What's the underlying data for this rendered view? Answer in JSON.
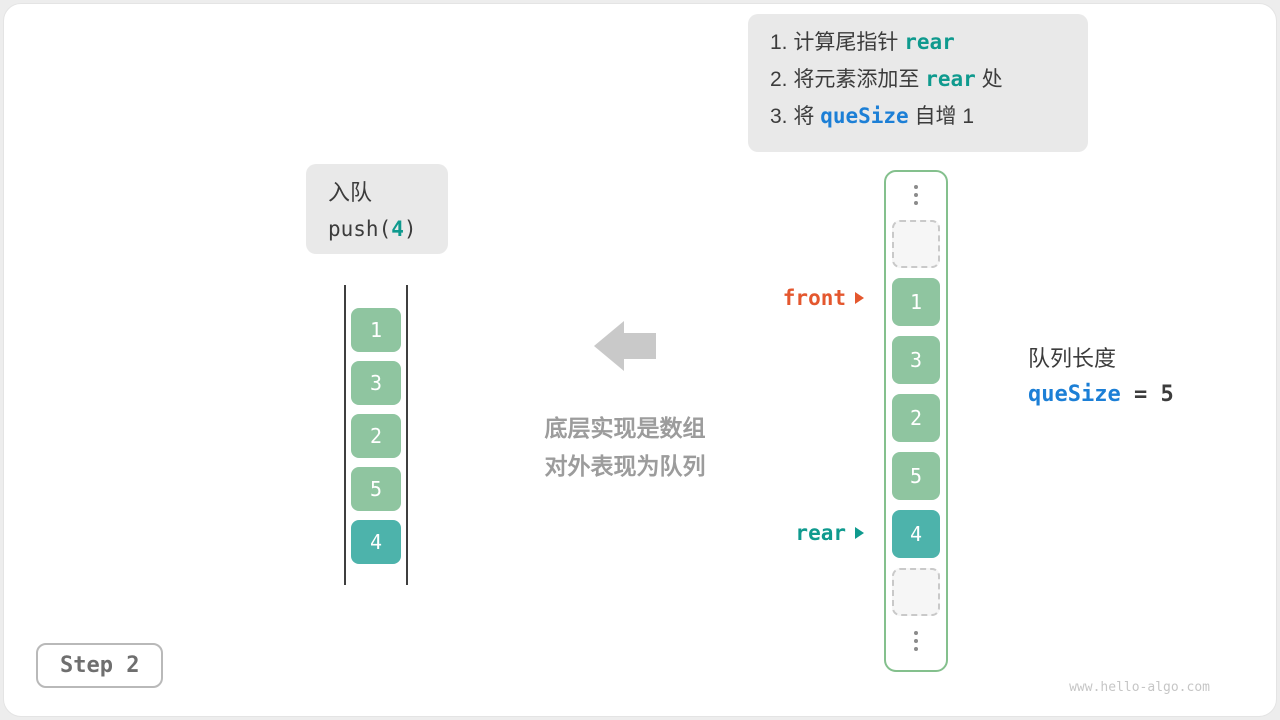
{
  "colors": {
    "green": "#8fc5a0",
    "teal": "#4db3ab",
    "orange": "#e4572e",
    "teal_text": "#0f9a8e",
    "blue": "#1c7fd6",
    "gray_box": "#e9e9e9",
    "arrow_gray": "#c9c9c9",
    "caption_gray": "#9c9c9c",
    "dark_text": "#3c3c3c",
    "array_border": "#84c08d",
    "step_border": "#b9b9b9",
    "step_text": "#6f6f6f",
    "watermark": "#c6c6c6"
  },
  "steps_box": {
    "lines": [
      {
        "prefix": "1. 计算尾指针 ",
        "code": "rear",
        "suffix": ""
      },
      {
        "prefix": "2. 将元素添加至 ",
        "code": "rear",
        "suffix": " 处"
      },
      {
        "prefix": "3. 将 ",
        "code": "queSize",
        "suffix": " 自增 1"
      }
    ]
  },
  "operation_box": {
    "title": "入队",
    "code_before": "push(",
    "code_arg": "4",
    "code_after": ")"
  },
  "left_array": {
    "cells": [
      {
        "value": "1"
      },
      {
        "value": "3"
      },
      {
        "value": "2"
      },
      {
        "value": "5"
      },
      {
        "value": "4",
        "highlight": true
      }
    ]
  },
  "middle_caption": {
    "line1": "底层实现是数组",
    "line2": "对外表现为队列"
  },
  "right_array": {
    "front_label": "front",
    "rear_label": "rear",
    "cells": [
      {
        "type": "ellipsis"
      },
      {
        "type": "empty"
      },
      {
        "type": "value",
        "value": "1",
        "pointer": "front"
      },
      {
        "type": "value",
        "value": "3"
      },
      {
        "type": "value",
        "value": "2"
      },
      {
        "type": "value",
        "value": "5"
      },
      {
        "type": "value",
        "value": "4",
        "highlight": true,
        "pointer": "rear"
      },
      {
        "type": "empty"
      },
      {
        "type": "ellipsis"
      }
    ]
  },
  "queue_info": {
    "label": "队列长度",
    "var_name": "queSize",
    "value": " = 5"
  },
  "footer": {
    "step_label": "Step 2",
    "watermark": "www.hello-algo.com"
  }
}
